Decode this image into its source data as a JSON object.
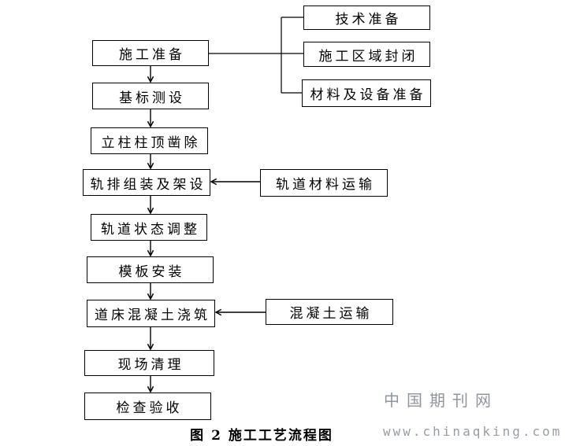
{
  "diagram": {
    "caption": "图 2 施工工艺流程图",
    "main_flow": [
      {
        "label": "施工准备"
      },
      {
        "label": "基标测设"
      },
      {
        "label": "立柱柱顶凿除"
      },
      {
        "label": "轨排组装及架设"
      },
      {
        "label": "轨道状态调整"
      },
      {
        "label": "模板安装"
      },
      {
        "label": "道床混凝土浇筑"
      },
      {
        "label": "现场清理"
      },
      {
        "label": "检查验收"
      }
    ],
    "preparation_branches": [
      {
        "label": "技术准备"
      },
      {
        "label": "施工区域封闭"
      },
      {
        "label": "材料及设备准备"
      }
    ],
    "side_inputs": [
      {
        "label": "轨道材料运输",
        "feeds": "轨排组装及架设"
      },
      {
        "label": "混凝土运输",
        "feeds": "道床混凝土浇筑"
      }
    ],
    "colors": {
      "line": "#000000",
      "text": "#000000",
      "watermark": "#8f95a0",
      "background": "#ffffff"
    }
  },
  "watermark": {
    "site_name": "中国期刊网",
    "site_url": "www.chinaqking.com"
  }
}
